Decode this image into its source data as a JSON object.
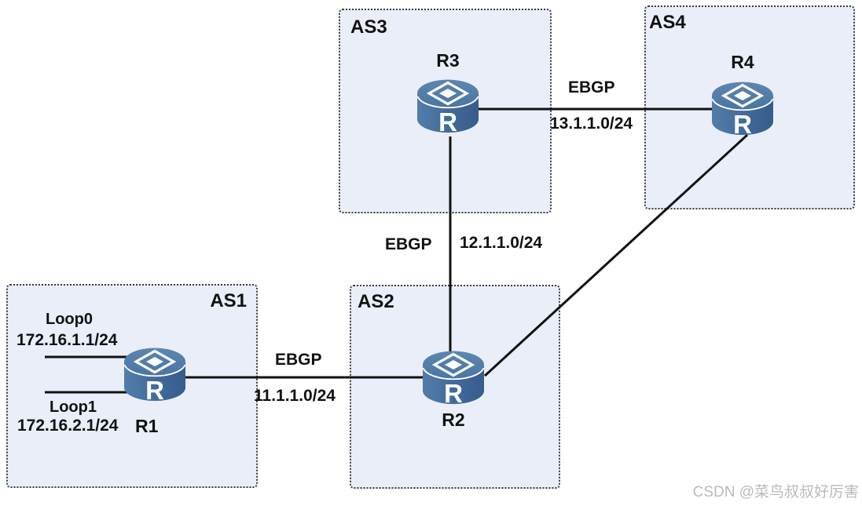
{
  "diagram": {
    "title_hint": "BGP EBGP topology with four autonomous systems",
    "router_glyph": "R",
    "as_boxes": [
      {
        "id": "AS1",
        "label": "AS1"
      },
      {
        "id": "AS2",
        "label": "AS2"
      },
      {
        "id": "AS3",
        "label": "AS3"
      },
      {
        "id": "AS4",
        "label": "AS4"
      }
    ],
    "routers": [
      {
        "id": "R1",
        "label": "R1",
        "as": "AS1"
      },
      {
        "id": "R2",
        "label": "R2",
        "as": "AS2"
      },
      {
        "id": "R3",
        "label": "R3",
        "as": "AS3"
      },
      {
        "id": "R4",
        "label": "R4",
        "as": "AS4"
      }
    ],
    "links": [
      {
        "from": "R1",
        "to": "R2",
        "protocol": "EBGP",
        "subnet": "11.1.1.0/24"
      },
      {
        "from": "R2",
        "to": "R3",
        "protocol": "EBGP",
        "subnet": "12.1.1.0/24"
      },
      {
        "from": "R3",
        "to": "R4",
        "protocol": "EBGP",
        "subnet": "13.1.1.0/24"
      },
      {
        "from": "R2",
        "to": "R4",
        "protocol": "",
        "subnet": ""
      }
    ],
    "loopbacks": [
      {
        "router": "R1",
        "name": "Loop0",
        "address": "172.16.1.1/24"
      },
      {
        "router": "R1",
        "name": "Loop1",
        "address": "172.16.2.1/24"
      }
    ]
  },
  "watermark": "CSDN @菜鸟叔叔好厉害",
  "colors": {
    "as_box_fill": "#e9eef8",
    "as_box_border": "#3c3c3c",
    "router_blue": "#44709e",
    "link_line": "#111111",
    "watermark_gray": "#b9b9b9"
  }
}
